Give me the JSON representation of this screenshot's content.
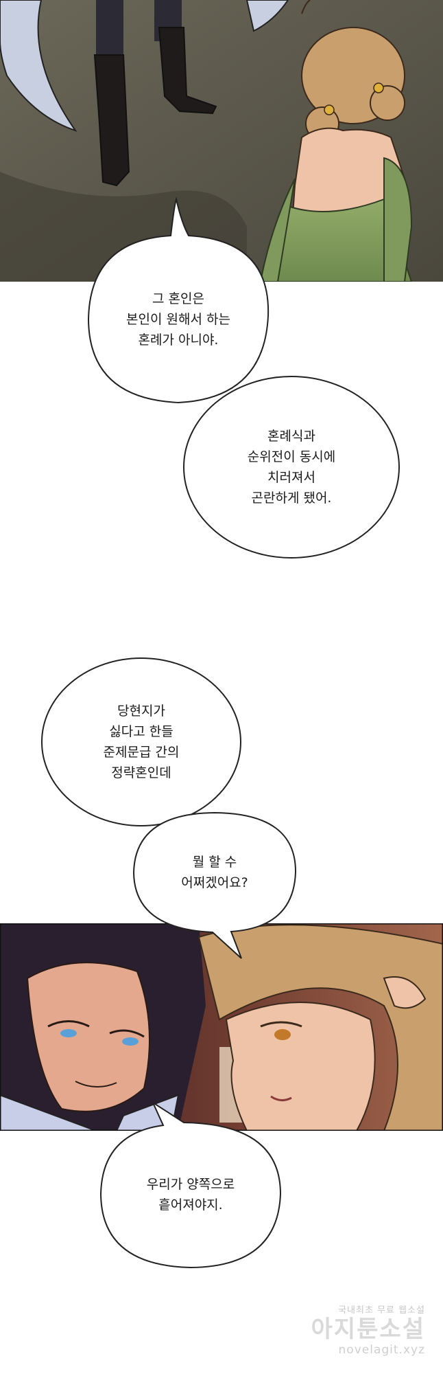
{
  "colors": {
    "bubble_fill": "#ffffff",
    "bubble_stroke": "#222222",
    "text": "#1a1a1a",
    "floor": "#5d5a4f",
    "dress_green": "#7f9a5c",
    "hair_blonde": "#c9a06d",
    "hair_dark": "#2a1f2e",
    "skin": "#efc3a8"
  },
  "bubbles": [
    {
      "lines": [
        "그 혼인은",
        "본인이 원해서 하는",
        "혼례가 아니야."
      ]
    },
    {
      "lines": [
        "혼례식과",
        "순위전이 동시에",
        "치러져서",
        "곤란하게 됐어."
      ]
    },
    {
      "lines": [
        "당현지가",
        "싫다고 한들",
        "준제문급 간의",
        "정략혼인데"
      ]
    },
    {
      "lines": [
        "뭘 할 수",
        "어쩌겠어요?"
      ]
    },
    {
      "lines": [
        "우리가 양쪽으로",
        "흩어져야지."
      ]
    }
  ],
  "watermark": {
    "top": "국내최초 무료 웹소설",
    "main": "아지툰소설",
    "url": "novelagit.xyz"
  }
}
